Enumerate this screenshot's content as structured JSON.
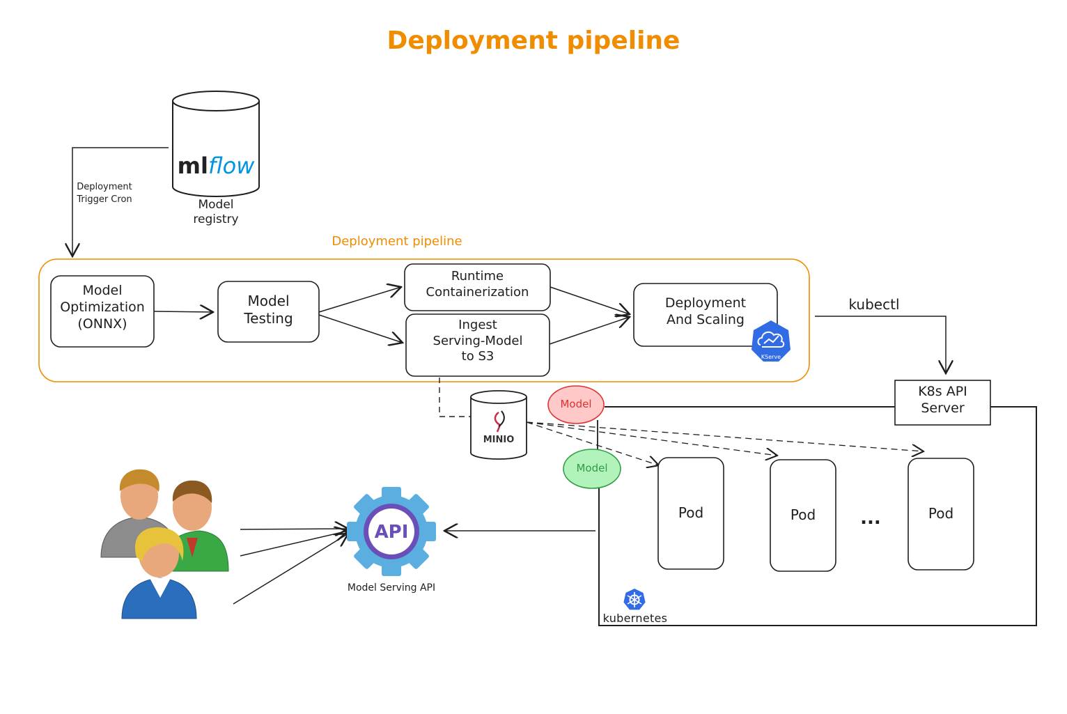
{
  "title": "Deployment pipeline",
  "registry": {
    "logo_text_ml": "ml",
    "logo_text_flow": "flow",
    "label": "Model\nregistry",
    "trigger_label": "Deployment\nTrigger Cron"
  },
  "pipeline": {
    "group_label": "Deployment pipeline",
    "steps": {
      "optimization": "Model\nOptimization\n(ONNX)",
      "testing": "Model\nTesting",
      "containerization": "Runtime\nContainerization",
      "ingest": "Ingest\nServing-Model\nto S3",
      "deployment": "Deployment\nAnd Scaling"
    },
    "kserve_label": "KServe"
  },
  "kubectl_label": "kubectl",
  "k8s_api_label": "K8s API\nServer",
  "minio_label": "MINIO",
  "model_tags": {
    "red": "Model",
    "green": "Model"
  },
  "pods": [
    "Pod",
    "Pod",
    "Pod"
  ],
  "pods_ellipsis": "...",
  "kubernetes_label": "kubernetes",
  "api": {
    "badge": "API",
    "label": "Model Serving API"
  },
  "colors": {
    "accent_orange": "#f08c00",
    "stroke": "#1e1e1e",
    "red_tag": "#ffc9c9",
    "red_tag_text": "#e03131",
    "green_tag": "#b2f2bb",
    "green_tag_text": "#2f9e44",
    "api_gear": "#5aaee0",
    "api_inner": "#6b4fb8",
    "k8s_blue": "#326ce5",
    "mlflow_blue": "#0194e2"
  }
}
